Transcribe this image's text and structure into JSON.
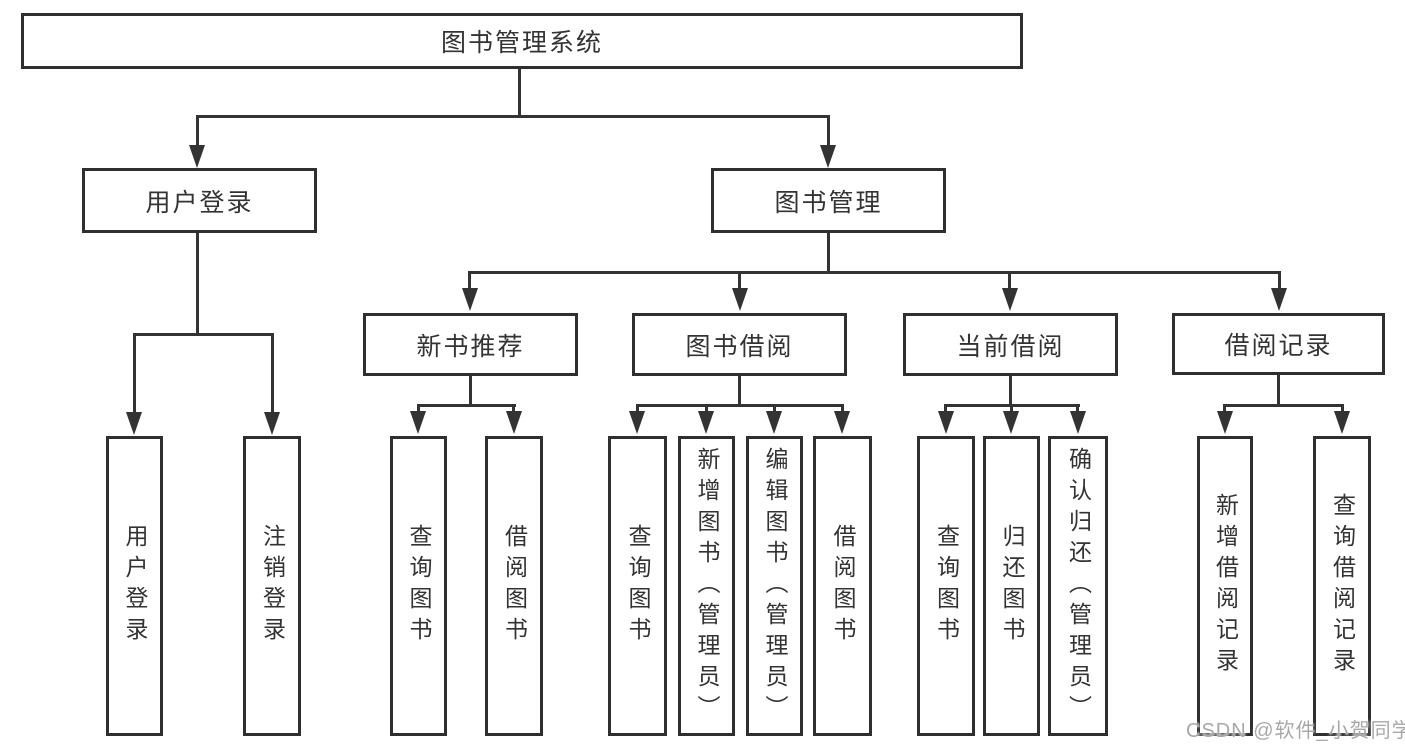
{
  "diagram": {
    "root": {
      "label": "图书管理系统"
    },
    "level2": [
      {
        "key": "user-login",
        "label": "用户登录"
      },
      {
        "key": "book-management",
        "label": "图书管理"
      }
    ],
    "level3": [
      {
        "key": "new-book-recommend",
        "label": "新书推荐"
      },
      {
        "key": "book-borrow",
        "label": "图书借阅"
      },
      {
        "key": "current-borrow",
        "label": "当前借阅"
      },
      {
        "key": "borrow-record",
        "label": "借阅记录"
      }
    ],
    "leaves": [
      {
        "key": "user-login-leaf",
        "parent": "user-login",
        "label": "用户登录"
      },
      {
        "key": "logout",
        "parent": "user-login",
        "label": "注销登录"
      },
      {
        "key": "query-book-recommend",
        "parent": "new-book-recommend",
        "label": "查询图书"
      },
      {
        "key": "borrow-book-recommend",
        "parent": "new-book-recommend",
        "label": "借阅图书"
      },
      {
        "key": "query-book-borrow",
        "parent": "book-borrow",
        "label": "查询图书"
      },
      {
        "key": "add-book-admin",
        "parent": "book-borrow",
        "label": "新增图书（管理员）"
      },
      {
        "key": "edit-book-admin",
        "parent": "book-borrow",
        "label": "编辑图书（管理员）"
      },
      {
        "key": "borrow-book",
        "parent": "book-borrow",
        "label": "借阅图书"
      },
      {
        "key": "query-book-current",
        "parent": "current-borrow",
        "label": "查询图书"
      },
      {
        "key": "return-book",
        "parent": "current-borrow",
        "label": "归还图书"
      },
      {
        "key": "confirm-return-admin",
        "parent": "current-borrow",
        "label": "确认归还（管理员）"
      },
      {
        "key": "add-borrow-record",
        "parent": "borrow-record",
        "label": "新增借阅记录"
      },
      {
        "key": "query-borrow-record",
        "parent": "borrow-record",
        "label": "查询借阅记录"
      }
    ]
  },
  "watermark": {
    "text": "CSDN @软件_小贺同学"
  },
  "colors": {
    "line": "#333333",
    "border": "#2f2f2f",
    "text": "#333333",
    "background": "#ffffff",
    "watermark": "#a8a8a8"
  }
}
